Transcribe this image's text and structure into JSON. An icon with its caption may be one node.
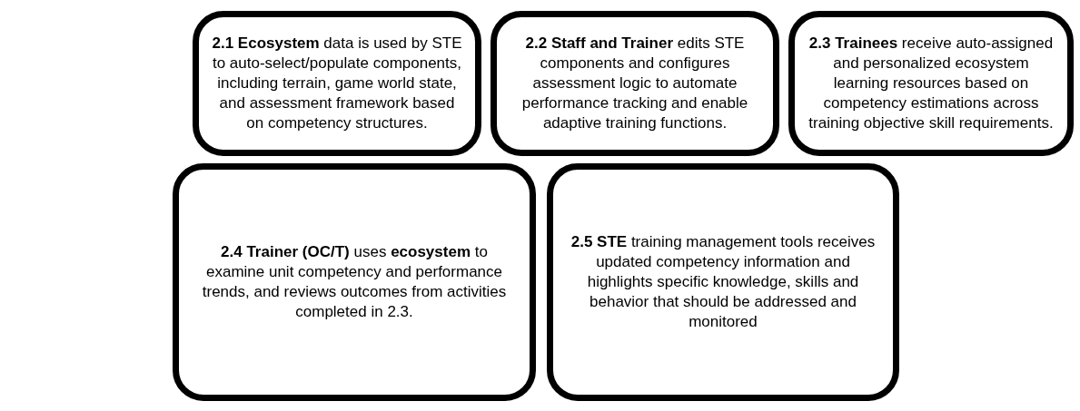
{
  "diagram": {
    "nodes": [
      {
        "text": [
          "**2.1 Ecosystem** data is used by STE to auto-select/populate components, including terrain, game world state, and assessment framework based on competency structures."
        ]
      },
      {
        "text": [
          "**2.2 Staff and Trainer** edits STE components and configures assessment logic to automate performance tracking and enable adaptive training functions."
        ]
      },
      {
        "text": [
          "**2.3 Trainees** receive auto-assigned and personalized ecosystem learning resources based on competency estimations across training objective skill requirements."
        ]
      },
      {
        "text": [
          "**2.4 Trainer (OC/T)** uses **ecosystem** to examine unit competency and performance trends, and reviews outcomes from activities completed in 2.3."
        ]
      },
      {
        "text": [
          "**2.5 STE** training management tools receives updated competency information and highlights specific knowledge, skills and behavior that should be addressed and monitored"
        ]
      }
    ]
  }
}
